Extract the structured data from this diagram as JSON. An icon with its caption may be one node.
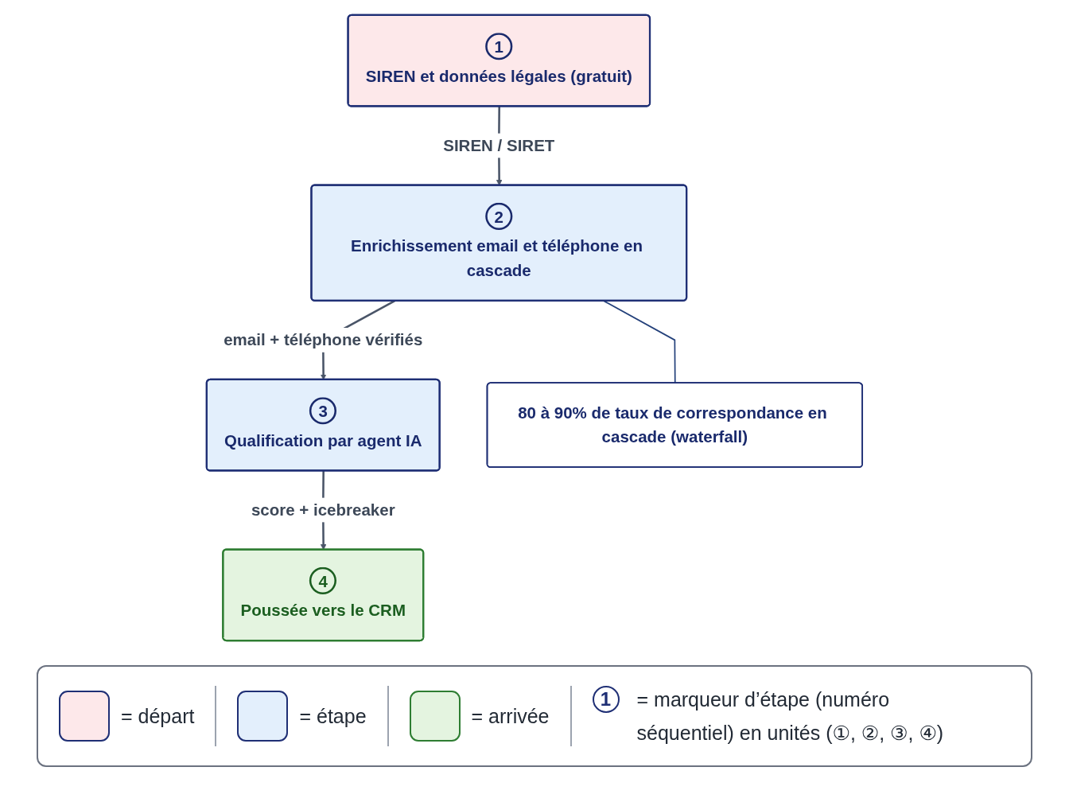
{
  "diagram": {
    "nodes": [
      {
        "text": [
          "1",
          "SIREN et données légales (gratuit)"
        ]
      },
      {
        "text": [
          "2",
          "Enrichissement email et téléphone en cascade"
        ]
      },
      {
        "text": [
          "3",
          "Qualification par agent IA"
        ]
      },
      {
        "text": [
          "4",
          "Poussée vers le CRM"
        ]
      },
      {
        "text": [
          "80 à 90% de taux de correspondance en cascade (waterfall)"
        ]
      }
    ],
    "edges": [
      {
        "from": 0,
        "to": 1,
        "arrow": "to",
        "label": "SIREN / SIRET"
      },
      {
        "from": 1,
        "to": 2,
        "arrow": "to",
        "label": "email + téléphone vérifiés"
      },
      {
        "from": 2,
        "to": 3,
        "arrow": "to",
        "label": "score + icebreaker"
      },
      {
        "from": 1,
        "to": 4,
        "arrow": "none",
        "color": "#23407a"
      }
    ],
    "labels": [
      "1"
    ],
    "legend": [
      {
        "text": "= départ",
        "color": "#fde8ea"
      },
      {
        "text": "= étape",
        "color": "#e3effc"
      },
      {
        "text": "= arrivée",
        "color": "#e4f4e0"
      },
      {
        "text": "= marqueur d’étape (numéro séquentiel) en unités (①, ②, ③, ④)"
      }
    ]
  }
}
